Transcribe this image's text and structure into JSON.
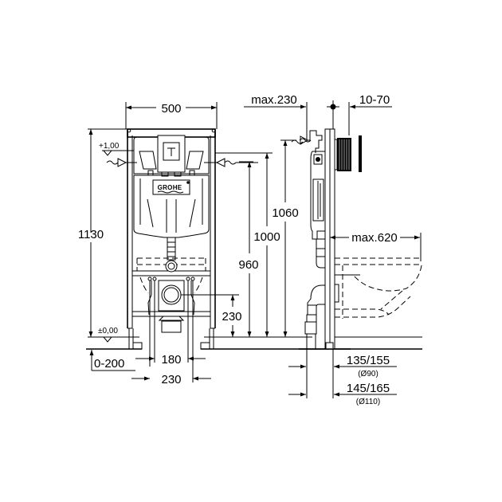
{
  "brand": "GROHE",
  "front_view": {
    "width_label": "500",
    "total_height_label": "1130",
    "level_top": "+1,00",
    "level_bottom": "±0,00",
    "floor_adjust_label": "0-200",
    "inner_spacing_label": "180",
    "outer_spacing_label": "230",
    "drain_height_label": "230",
    "height_960": "960",
    "height_1000": "1000",
    "height_1060": "1060"
  },
  "side_view": {
    "max_depth_label": "max.230",
    "plate_offset_label": "10-70",
    "bowl_projection_label": "max.620",
    "drain_90_label": "135/155",
    "drain_90_diam": "(Ø90)",
    "drain_110_label": "145/165",
    "drain_110_diam": "(Ø110)"
  },
  "colors": {
    "line": "#000000",
    "background": "#ffffff"
  }
}
